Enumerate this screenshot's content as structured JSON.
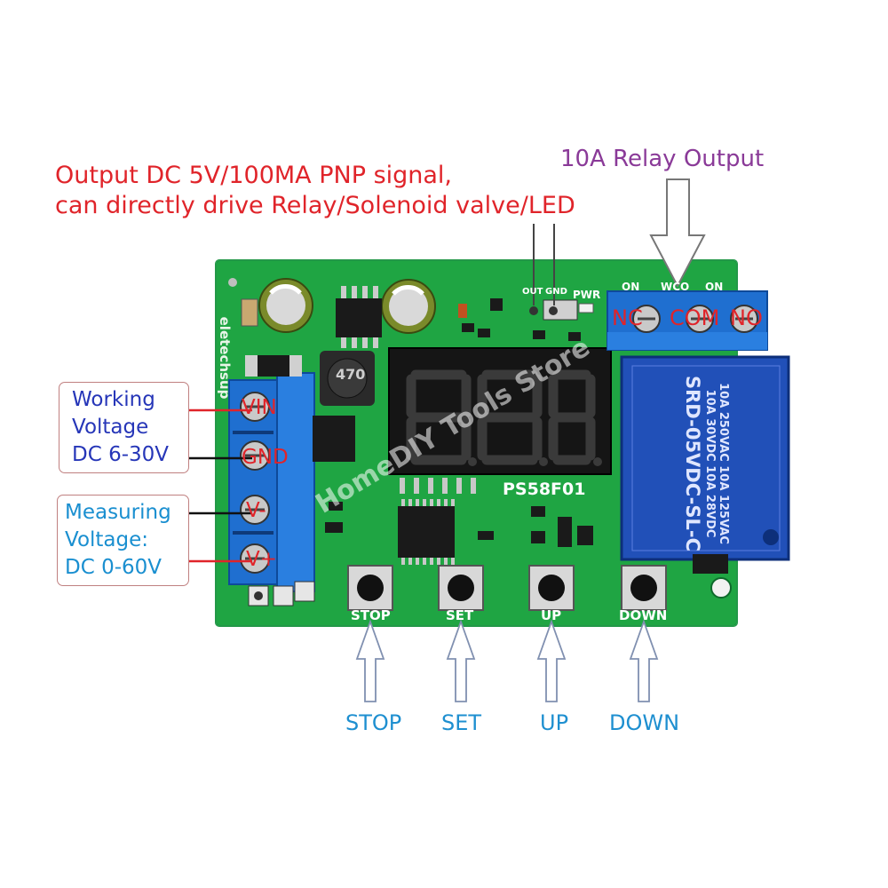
{
  "annotations": {
    "output_signal_line1": "Output DC 5V/100MA PNP signal,",
    "output_signal_line2": "can directly drive Relay/Solenoid valve/LED",
    "relay_output": "10A Relay Output",
    "working_voltage": [
      "Working",
      "Voltage",
      "DC 6-30V"
    ],
    "measuring_voltage": [
      "Measuring",
      "Voltage:",
      "DC 0-60V"
    ]
  },
  "terminals": {
    "vin": "VIN",
    "gnd": "GND",
    "v_minus": "V-",
    "v_plus": "V+"
  },
  "relay_terminals": {
    "nc": "NC",
    "com": "COM",
    "no": "NO"
  },
  "relay_body": {
    "line1": "10A 250VAC  10A 125VAC",
    "line2": "10A 30VDC  10A 28VDC",
    "model": "SRD-05VDC-SL-C"
  },
  "board": {
    "model": "PS58F01",
    "silk_side": "eletechsup",
    "silk_out": "OUT",
    "silk_gnd": "GND",
    "silk_pwr": "PWR",
    "silk_nc": "ON",
    "silk_com": "WCO",
    "silk_no": "ON",
    "inductor": "470"
  },
  "display": {
    "digits": "8.8.8."
  },
  "buttons": {
    "silk": [
      "STOP",
      "SET",
      "UP",
      "DOWN"
    ],
    "labels": [
      "STOP",
      "SET",
      "UP",
      "DOWN"
    ]
  },
  "watermark": "HomeDIY Tools Store",
  "colors": {
    "pcb": "#1fa543",
    "terminal_blue": "#1f6fd0",
    "relay_blue": "#2150b8",
    "annotation_red": "#e0242a",
    "annotation_purple": "#8a3a98",
    "button_label": "#1e8fd0"
  }
}
